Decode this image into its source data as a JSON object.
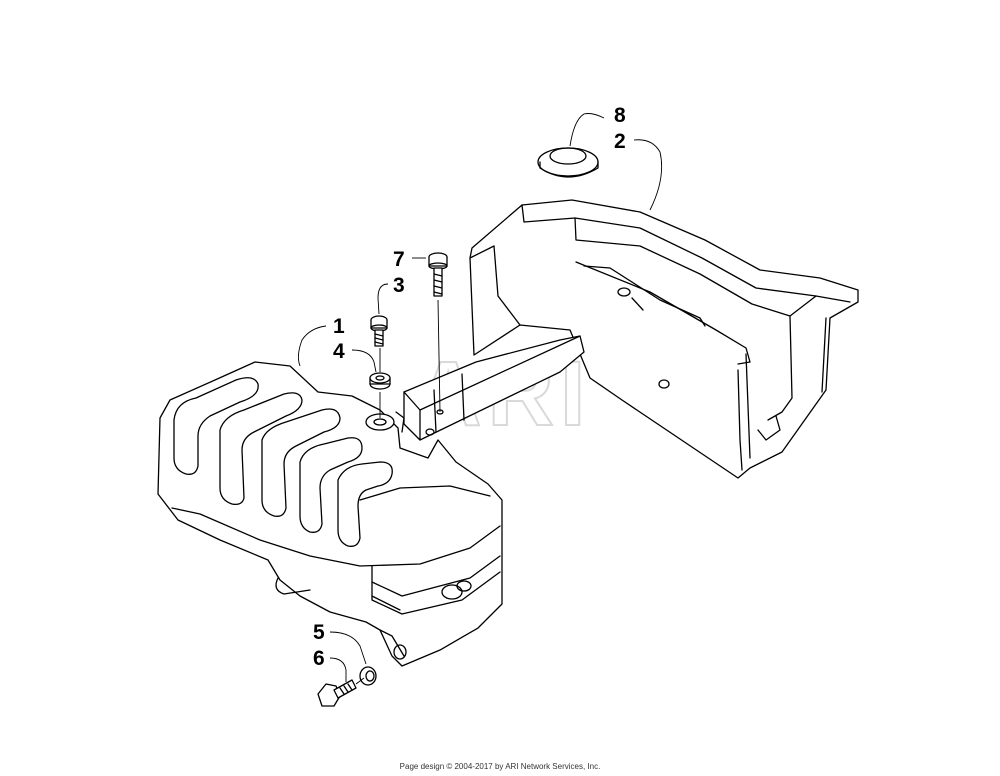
{
  "watermark": "ARI",
  "callouts": [
    {
      "id": "1",
      "label": "1"
    },
    {
      "id": "2",
      "label": "2"
    },
    {
      "id": "3",
      "label": "3"
    },
    {
      "id": "4",
      "label": "4"
    },
    {
      "id": "5",
      "label": "5"
    },
    {
      "id": "6",
      "label": "6"
    },
    {
      "id": "7",
      "label": "7"
    },
    {
      "id": "8",
      "label": "8"
    }
  ],
  "footer": {
    "text": "Page design © 2004-2017 by ARI Network Services, Inc."
  }
}
